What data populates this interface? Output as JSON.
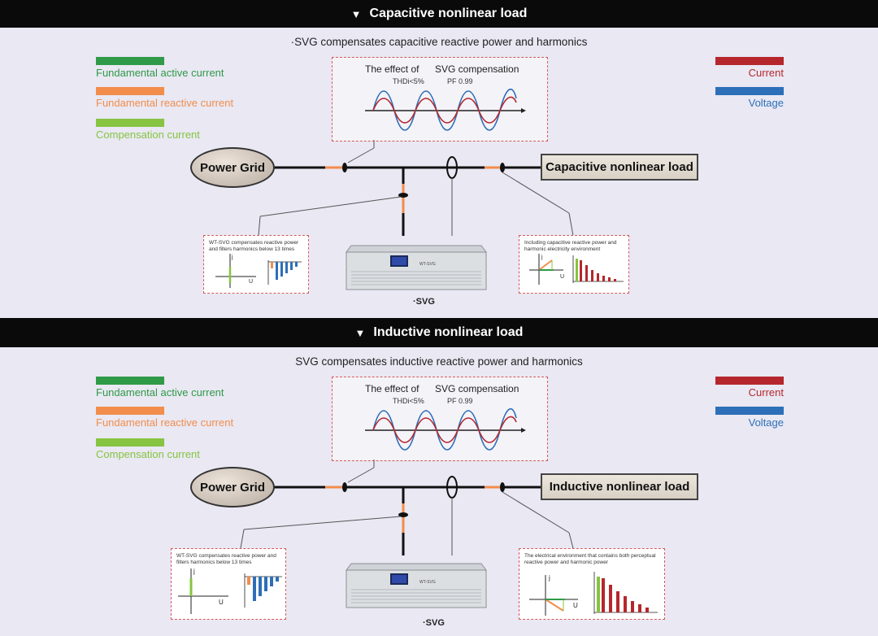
{
  "sections": [
    {
      "header_title": "Capacitive nonlinear load",
      "subtitle": "·SVG compensates capacitive reactive power and harmonics",
      "legend_left": [
        {
          "label": "Fundamental active current",
          "color": "#2f9a47"
        },
        {
          "label": "Fundamental reactive current",
          "color": "#f28d4c"
        },
        {
          "label": "Compensation current",
          "color": "#86c441"
        }
      ],
      "legend_right": [
        {
          "label": "Current",
          "color": "#b5272c"
        },
        {
          "label": "Voltage",
          "color": "#2d6fb8"
        }
      ],
      "effect": {
        "title_left": "The effect of",
        "title_right": "SVG compensation",
        "sub_left": "THDi<5%",
        "sub_right": "PF  0.99"
      },
      "grid_label": "Power Grid",
      "load_label": "Capacitive nonlinear load",
      "left_note": "WT-SVG compensates reactive power and filters harmonics below 13 times",
      "right_note": "Including capacitive reactive power and harmonic electricity environment",
      "device_label": "·SVG",
      "device_text": "WT-SVG"
    },
    {
      "header_title": "Inductive nonlinear load",
      "subtitle": "SVG compensates inductive reactive power and harmonics",
      "legend_left": [
        {
          "label": "Fundamental active current",
          "color": "#2f9a47"
        },
        {
          "label": "Fundamental reactive current",
          "color": "#f28d4c"
        },
        {
          "label": "Compensation current",
          "color": "#86c441"
        }
      ],
      "legend_right": [
        {
          "label": "Current",
          "color": "#b5272c"
        },
        {
          "label": "Voltage",
          "color": "#2d6fb8"
        }
      ],
      "effect": {
        "title_left": "The effect of",
        "title_right": "SVG compensation",
        "sub_left": "THDi<5%",
        "sub_right": "PF  0.99"
      },
      "grid_label": "Power Grid",
      "load_label": "Inductive nonlinear load",
      "left_note": "WT-SVG compensates reactive power and filters harmonics below 13 times",
      "right_note": "The electrical environment that contains both perceptual reactive power and harmonic power",
      "device_label": "·SVG",
      "device_text": "WT-SVG"
    }
  ],
  "axis_labels": {
    "j": "j",
    "u": "U"
  }
}
